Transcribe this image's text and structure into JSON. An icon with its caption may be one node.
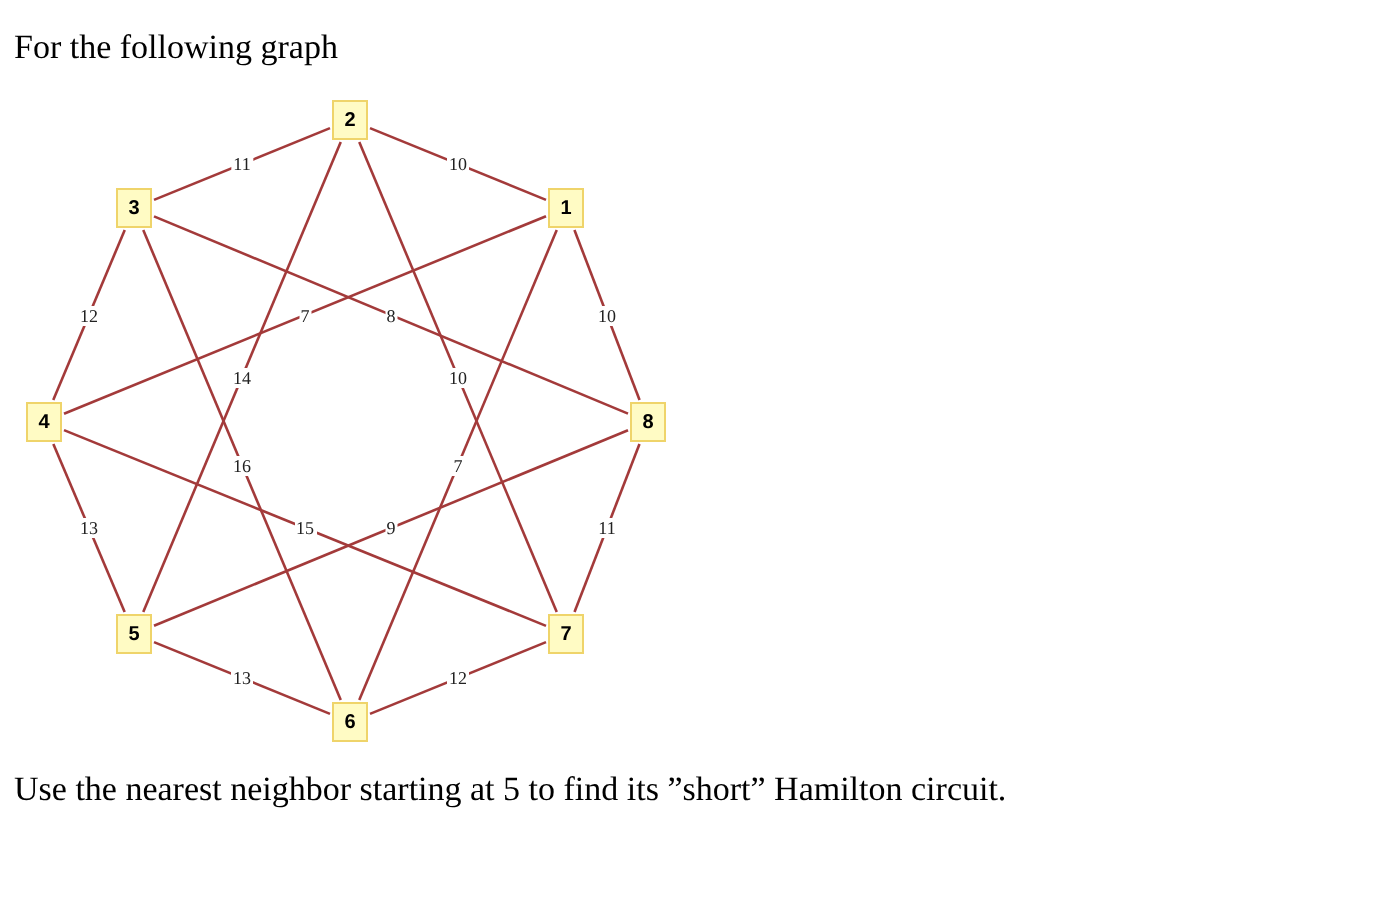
{
  "diagram": {
    "title": "For the following graph",
    "caption": "Use the nearest neighbor starting at 5 to find its ”short” Hamilton circuit.",
    "nodes": [
      {
        "text": [
          "2"
        ]
      },
      {
        "text": [
          "3"
        ]
      },
      {
        "text": [
          "1"
        ]
      },
      {
        "text": [
          "4"
        ]
      },
      {
        "text": [
          "8"
        ]
      },
      {
        "text": [
          "5"
        ]
      },
      {
        "text": [
          "7"
        ]
      },
      {
        "text": [
          "6"
        ]
      }
    ],
    "edges": [
      {
        "from": 0,
        "to": 2,
        "arrow": "none",
        "label": "10"
      },
      {
        "from": 0,
        "to": 1,
        "arrow": "none",
        "label": "11"
      },
      {
        "from": 1,
        "to": 3,
        "arrow": "none",
        "label": "12"
      },
      {
        "from": 2,
        "to": 4,
        "arrow": "none",
        "label": "10"
      },
      {
        "from": 3,
        "to": 5,
        "arrow": "none",
        "label": "13"
      },
      {
        "from": 4,
        "to": 6,
        "arrow": "none",
        "label": "11"
      },
      {
        "from": 5,
        "to": 7,
        "arrow": "none",
        "label": "13"
      },
      {
        "from": 7,
        "to": 6,
        "arrow": "none",
        "label": "12"
      },
      {
        "from": 2,
        "to": 3,
        "arrow": "none",
        "label": "7"
      },
      {
        "from": 1,
        "to": 4,
        "arrow": "none",
        "label": "8"
      },
      {
        "from": 0,
        "to": 5,
        "arrow": "none",
        "label": "14"
      },
      {
        "from": 0,
        "to": 6,
        "arrow": "none",
        "label": "10"
      },
      {
        "from": 1,
        "to": 7,
        "arrow": "none",
        "label": "16"
      },
      {
        "from": 2,
        "to": 7,
        "arrow": "none",
        "label": "7"
      },
      {
        "from": 3,
        "to": 6,
        "arrow": "none",
        "label": "15"
      },
      {
        "from": 5,
        "to": 4,
        "arrow": "none",
        "label": "9"
      }
    ]
  }
}
